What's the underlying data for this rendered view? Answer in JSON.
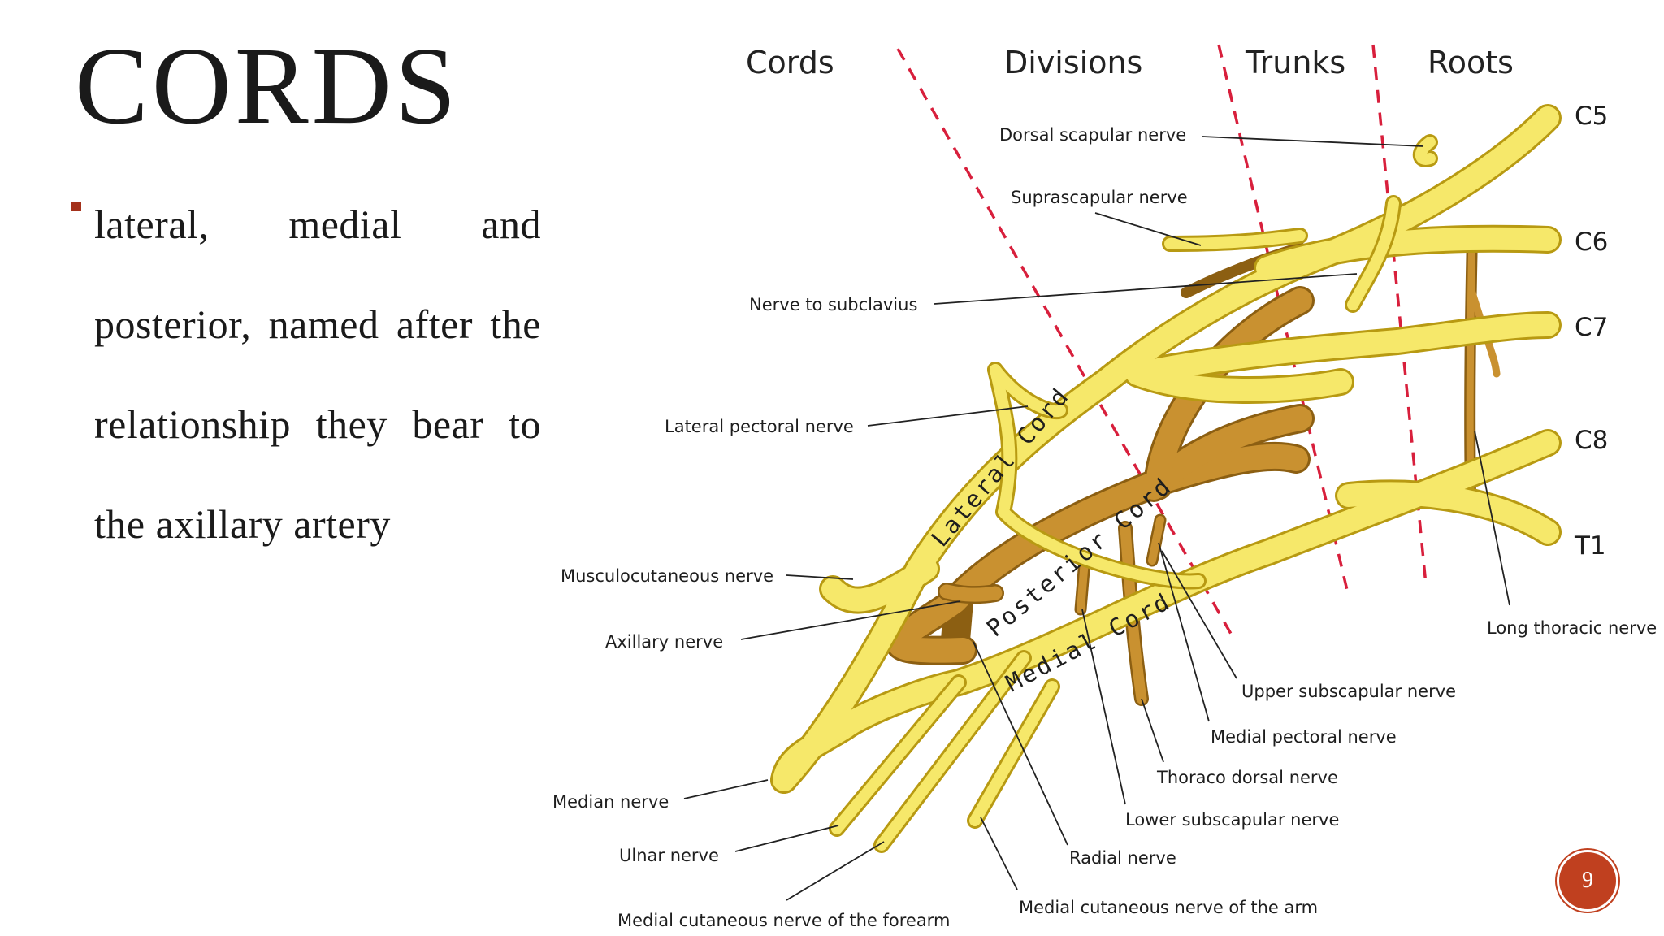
{
  "slide": {
    "title": "CORDS",
    "bullet": "lateral, medial and posterior, named after the relationship they bear to the axillary artery",
    "page_number": "9"
  },
  "diagram": {
    "headers": {
      "cords": "Cords",
      "divisions": "Divisions",
      "trunks": "Trunks",
      "roots": "Roots"
    },
    "roots": [
      "C5",
      "C6",
      "C7",
      "C8",
      "T1"
    ],
    "cords": {
      "lateral": "Lateral Cord",
      "posterior": "Posterior Cord",
      "medial": "Medial Cord"
    },
    "nerves": {
      "dorsal_scapular": "Dorsal scapular nerve",
      "suprascapular": "Suprascapular nerve",
      "subclavius": "Nerve to subclavius",
      "lateral_pectoral": "Lateral pectoral nerve",
      "musculocutaneous": "Musculocutaneous nerve",
      "axillary": "Axillary nerve",
      "median": "Median nerve",
      "ulnar": "Ulnar nerve",
      "med_cut_forearm": "Medial cutaneous nerve of the forearm",
      "med_cut_arm": "Medial cutaneous nerve of the arm",
      "radial": "Radial nerve",
      "lower_subscapular": "Lower subscapular nerve",
      "thoracodorsal": "Thoraco dorsal nerve",
      "medial_pectoral": "Medial pectoral nerve",
      "upper_subscapular": "Upper subscapular nerve",
      "long_thoracic": "Long thoracic nerve"
    },
    "colors": {
      "nerve_yellow": "#f6e86a",
      "nerve_outline": "#b89a12",
      "posterior_brown": "#c99130",
      "posterior_outline": "#8c5f12",
      "divider_red": "#d81f3c"
    }
  }
}
